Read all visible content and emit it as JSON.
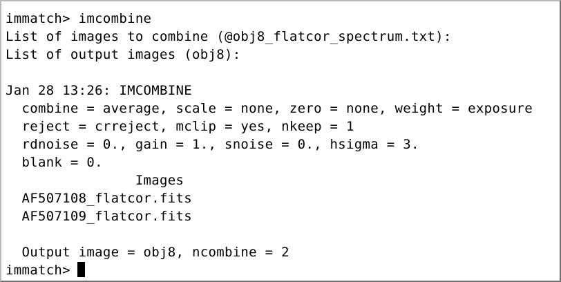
{
  "terminal": {
    "lines": [
      "immatch> imcombine",
      "List of images to combine (@obj8_flatcor_spectrum.txt):",
      "List of output images (obj8):",
      "",
      "Jan 28 13:26: IMCOMBINE",
      "  combine = average, scale = none, zero = none, weight = exposure",
      "  reject = crreject, mclip = yes, nkeep = 1",
      "  rdnoise = 0., gain = 1., snoise = 0., hsigma = 3.",
      "  blank = 0.",
      "                Images",
      "  AF507108_flatcor.fits",
      "  AF507109_flatcor.fits",
      "",
      "  Output image = obj8, ncombine = 2"
    ],
    "prompt": "immatch>"
  }
}
